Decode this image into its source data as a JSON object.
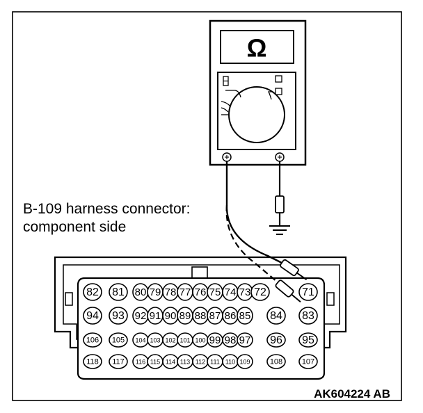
{
  "meter": {
    "display_symbol": "Ω"
  },
  "connector": {
    "label_line1": "B-109 harness connector:",
    "label_line2": "component side",
    "rows": [
      [
        "82",
        "81",
        "80",
        "79",
        "78",
        "77",
        "76",
        "75",
        "74",
        "73",
        "72",
        "71"
      ],
      [
        "94",
        "93",
        "92",
        "91",
        "90",
        "89",
        "88",
        "87",
        "86",
        "85",
        "84",
        "83"
      ],
      [
        "106",
        "105",
        "104",
        "103",
        "102",
        "101",
        "100",
        "99",
        "98",
        "97",
        "96",
        "95"
      ],
      [
        "118",
        "117",
        "116",
        "115",
        "114",
        "113",
        "112",
        "111",
        "110",
        "109",
        "108",
        "107"
      ]
    ]
  },
  "figure": {
    "code": "AK604224 AB"
  }
}
